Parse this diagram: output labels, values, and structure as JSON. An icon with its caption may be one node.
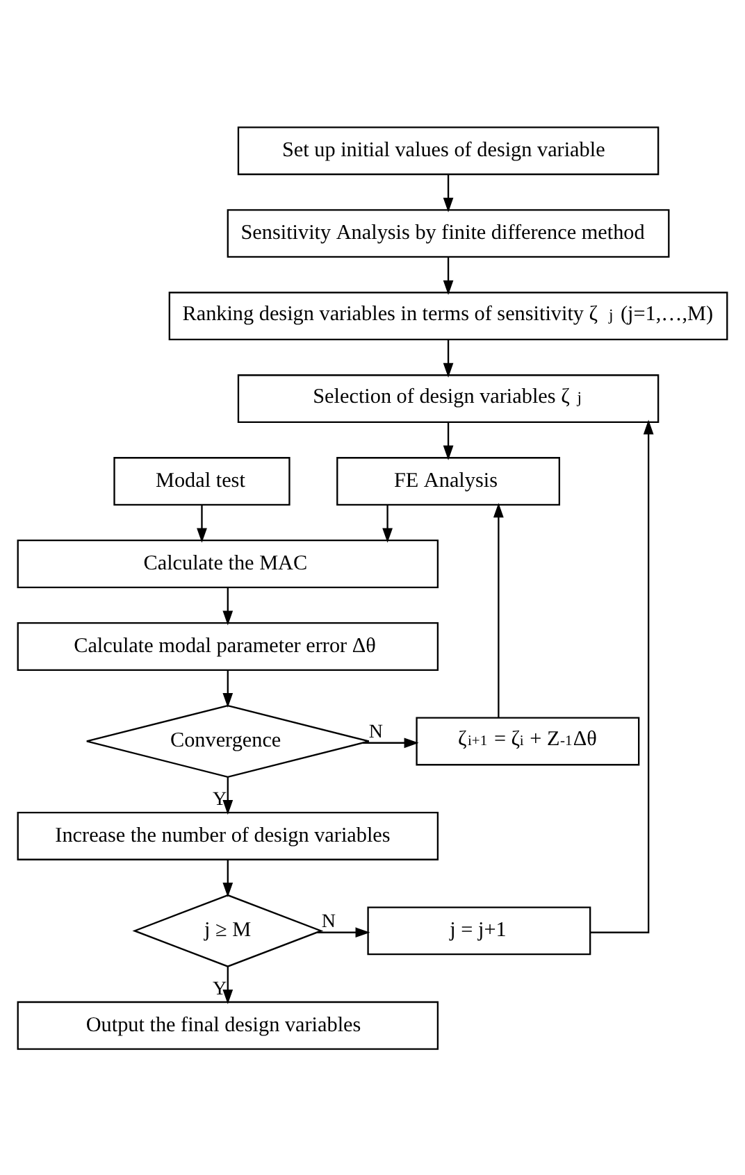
{
  "diagram": {
    "nodes": [
      {
        "text": [
          "Set up initial values of design variable"
        ]
      },
      {
        "text": [
          "Sensitivity Analysis by finite difference method"
        ]
      },
      {
        "text": [
          "Ranking design variables in terms of sensitivity ζ$_{j}$ (j=1,…,M)"
        ]
      },
      {
        "text": [
          "Selection of design variables ζ$_{j}$"
        ]
      },
      {
        "text": [
          "Modal test"
        ]
      },
      {
        "text": [
          "FE Analysis"
        ]
      },
      {
        "text": [
          "Calculate the MAC"
        ]
      },
      {
        "text": [
          "Calculate modal parameter error Δθ"
        ]
      },
      {
        "text": [
          "Convergence"
        ]
      },
      {
        "text": [
          "ζ$^{i+1}$ = ζ$^{i}$ + Z$^{-1}$Δθ"
        ]
      },
      {
        "text": [
          "Increase the number of design variables"
        ]
      },
      {
        "text": [
          "j ≥ M"
        ]
      },
      {
        "text": [
          "j = j+1"
        ]
      },
      {
        "text": [
          "Output the final design variables"
        ]
      }
    ],
    "edges": [
      {
        "from": 0,
        "to": 1,
        "arrow": "to"
      },
      {
        "from": 1,
        "to": 2,
        "arrow": "to"
      },
      {
        "from": 2,
        "to": 3,
        "arrow": "to"
      },
      {
        "from": 3,
        "to": 5,
        "arrow": "to"
      },
      {
        "from": 4,
        "to": 6,
        "arrow": "to"
      },
      {
        "from": 5,
        "to": 6,
        "arrow": "to"
      },
      {
        "from": 6,
        "to": 7,
        "arrow": "to"
      },
      {
        "from": 7,
        "to": 8,
        "arrow": "to"
      },
      {
        "from": 8,
        "to": 9,
        "arrow": "to",
        "label": "N"
      },
      {
        "from": 8,
        "to": 10,
        "arrow": "to",
        "label": "Y"
      },
      {
        "from": 9,
        "to": 5,
        "arrow": "to"
      },
      {
        "from": 10,
        "to": 11,
        "arrow": "to"
      },
      {
        "from": 11,
        "to": 12,
        "arrow": "to",
        "label": "N"
      },
      {
        "from": 11,
        "to": 13,
        "arrow": "to",
        "label": "Y"
      },
      {
        "from": 12,
        "to": 3,
        "arrow": "to"
      }
    ]
  }
}
